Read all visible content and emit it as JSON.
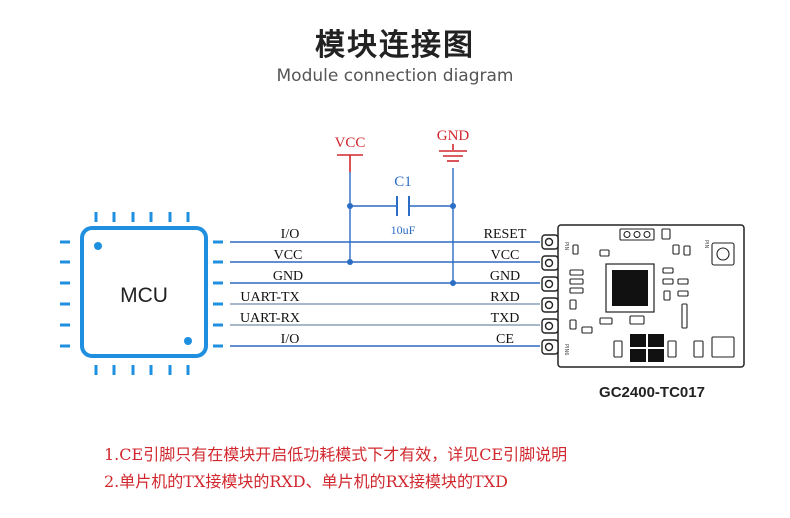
{
  "title": "模块连接图",
  "subtitle": "Module connection diagram",
  "mcu_label": "MCU",
  "left_pins": [
    "I/O",
    "VCC",
    "GND",
    "UART-TX",
    "UART-RX",
    "I/O"
  ],
  "right_pins": [
    "RESET",
    "VCC",
    "GND",
    "RXD",
    "TXD",
    "CE"
  ],
  "power": {
    "vcc": "VCC",
    "gnd": "GND"
  },
  "capacitor": {
    "name": "C1",
    "value": "10uF"
  },
  "module_name": "GC2400-TC017",
  "module_pin_marks": {
    "pin1": "PIN",
    "pin6": "PIN6",
    "ant": "PIN"
  },
  "notes": [
    "1.CE引脚只有在模块开启低功耗模式下才有效，详见CE引脚说明",
    "2.单片机的TX接模块的RXD、单片机的RX接模块的TXD"
  ],
  "colors": {
    "accent_blue": "#1f8fe0",
    "wire_blue": "#2b6cc4",
    "wire_gray": "#8aa0b8",
    "red": "#d0282e",
    "dark": "#222222"
  }
}
